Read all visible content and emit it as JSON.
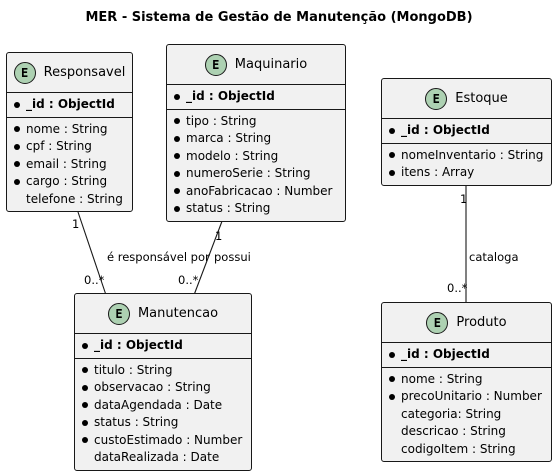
{
  "title": "MER - Sistema de Gestão de Manutenção (MongoDB)",
  "entities": {
    "responsavel": {
      "badge": "E",
      "name": "Responsavel",
      "key": "_id : ObjectId",
      "attrs": [
        "nome : String",
        "cpf : String",
        "email : String",
        "cargo : String",
        "telefone : String"
      ]
    },
    "maquinario": {
      "badge": "E",
      "name": "Maquinario",
      "key": "_id : ObjectId",
      "attrs": [
        "tipo : String",
        "marca : String",
        "modelo : String",
        "numeroSerie : String",
        "anoFabricacao : Number",
        "status : String"
      ]
    },
    "estoque": {
      "badge": "E",
      "name": "Estoque",
      "key": "_id : ObjectId",
      "attrs": [
        "nomeInventario : String",
        "itens : Array"
      ]
    },
    "manutencao": {
      "badge": "E",
      "name": "Manutencao",
      "key": "_id : ObjectId",
      "attrs": [
        "titulo : String",
        "observacao : String",
        "dataAgendada : Date",
        "status : String",
        "custoEstimado : Number",
        "dataRealizada : Date"
      ]
    },
    "produto": {
      "badge": "E",
      "name": "Produto",
      "key": "_id : ObjectId",
      "attrs": [
        "nome : String",
        "precoUnitario : Number",
        "categoria: String",
        "descricao : String",
        "codigoItem : String"
      ]
    }
  },
  "relationships": {
    "resp_manut": {
      "label": "é responsável por",
      "from_card": "1",
      "to_card": "0..*"
    },
    "maq_manut": {
      "label": "possui",
      "from_card": "1",
      "to_card": "0..*"
    },
    "est_prod": {
      "label": "cataloga",
      "from_card": "1",
      "to_card": "0..*"
    }
  }
}
